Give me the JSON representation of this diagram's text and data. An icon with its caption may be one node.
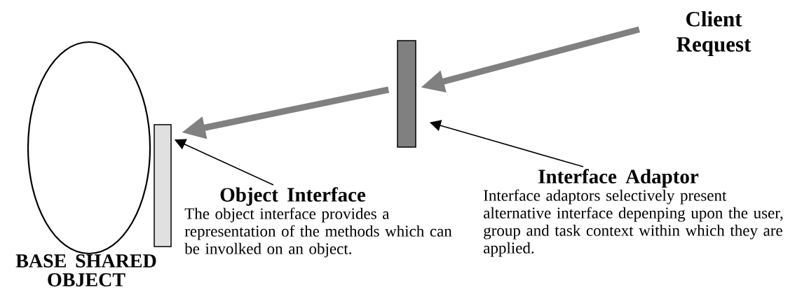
{
  "diagram": {
    "nodes": [
      {
        "text": [
          "BASE SHARED OBJECT"
        ]
      },
      {
        "text": [],
        "shape": "bar"
      },
      {
        "text": [],
        "shape": "bar"
      },
      {
        "text": [
          "Object Interface",
          "The object interface provides a representation of the methods which can be involked on an object."
        ]
      },
      {
        "text": [
          "Interface Adaptor",
          "Interface adaptors selectively present alternative interface depenping upon the user, group and task context within which they are applied."
        ]
      },
      {
        "text": [
          "Client Request"
        ]
      }
    ],
    "edges": [
      {
        "from": 5,
        "to": 2,
        "arrow": "to",
        "style": "thick",
        "color": "#808080"
      },
      {
        "from": 2,
        "to": 1,
        "arrow": "to",
        "style": "thick",
        "color": "#808080"
      },
      {
        "from": 3,
        "to": 1,
        "arrow": "to",
        "color": "#000000"
      },
      {
        "from": 4,
        "to": 2,
        "arrow": "to",
        "color": "#000000"
      }
    ]
  }
}
